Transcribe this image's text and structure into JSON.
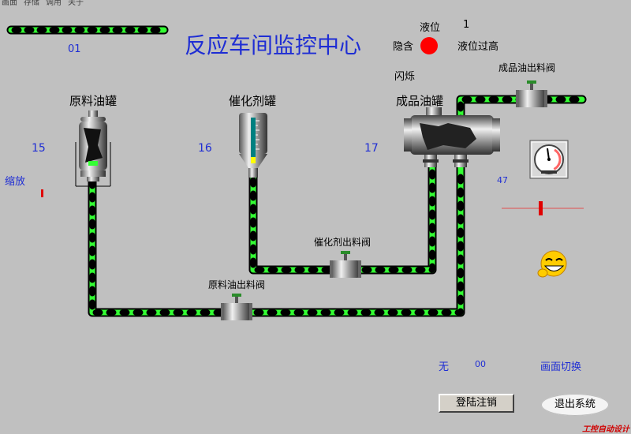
{
  "menu": [
    "画面",
    "存储",
    "调用",
    "关于"
  ],
  "title": "反应车间监控中心",
  "top_left_value": "01",
  "level_indicator": {
    "label": "液位",
    "value": "1",
    "hidden_label": "隐含",
    "alarm_label": "液位过高",
    "flash_label": "闪烁",
    "alarm_color": "#ff0000"
  },
  "tanks": {
    "raw": {
      "label": "原料油罐",
      "value": "15"
    },
    "catalyst": {
      "label": "催化剂罐",
      "value": "16"
    },
    "product": {
      "label": "成品油罐",
      "value": "17"
    }
  },
  "shrink_label": "缩放",
  "valves": {
    "product_out": "成品油出料阀",
    "catalyst_out": "催化剂出料阀",
    "raw_out": "原料油出料阀"
  },
  "gauge_value": "47",
  "bottom": {
    "none_label": "无",
    "none_value": "00",
    "screen_switch": "画面切换"
  },
  "buttons": {
    "login": "登陆注销",
    "exit": "退出系统"
  },
  "watermark": "工控自动设计",
  "colors": {
    "pipe_fill": "#33ff33",
    "pipe_dash": "#000000",
    "text_blue": "#1e2dd4",
    "background": "#c0c0c0"
  }
}
